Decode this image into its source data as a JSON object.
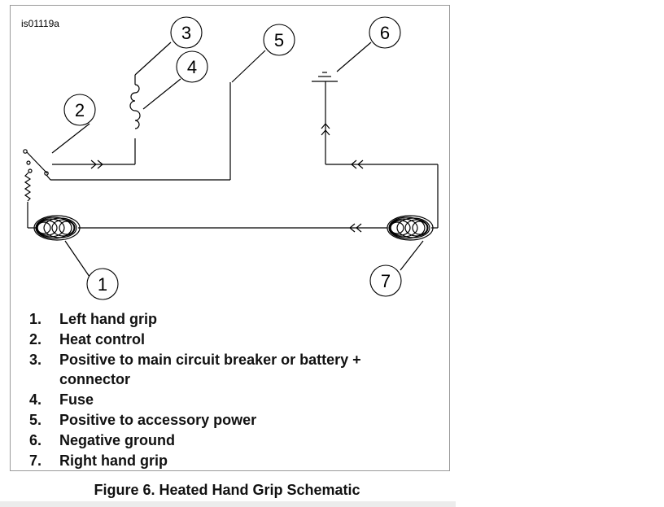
{
  "figure": {
    "code": "is01119a",
    "caption": "Figure 6. Heated Hand Grip Schematic"
  },
  "callouts": [
    "1",
    "2",
    "3",
    "4",
    "5",
    "6",
    "7"
  ],
  "legend": [
    {
      "num": "1.",
      "text": "Left hand grip"
    },
    {
      "num": "2.",
      "text": "Heat control"
    },
    {
      "num": "3.",
      "text": "Positive to main circuit breaker or battery + connector"
    },
    {
      "num": "4.",
      "text": "Fuse"
    },
    {
      "num": "5.",
      "text": "Positive to accessory power"
    },
    {
      "num": "6.",
      "text": "Negative ground"
    },
    {
      "num": "7.",
      "text": "Right hand grip"
    }
  ]
}
